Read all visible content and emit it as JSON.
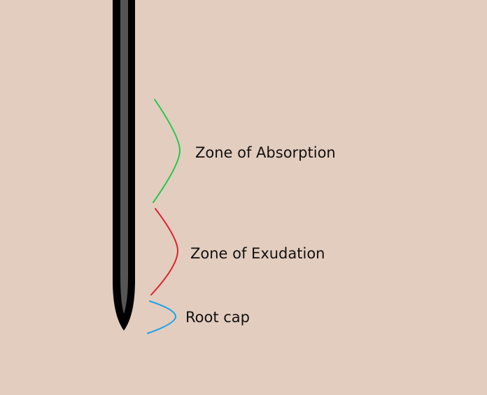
{
  "diagram": {
    "background_color": "#e3cdbf",
    "root": {
      "outline_color": "#000000",
      "core_color": "#555555"
    },
    "zones": [
      {
        "key": "absorption",
        "label": "Zone of Absorption",
        "color": "#22c84a"
      },
      {
        "key": "exudation",
        "label": "Zone of Exudation",
        "color": "#e0222e"
      },
      {
        "key": "rootcap",
        "label": "Root cap",
        "color": "#1aa3e8"
      }
    ]
  }
}
